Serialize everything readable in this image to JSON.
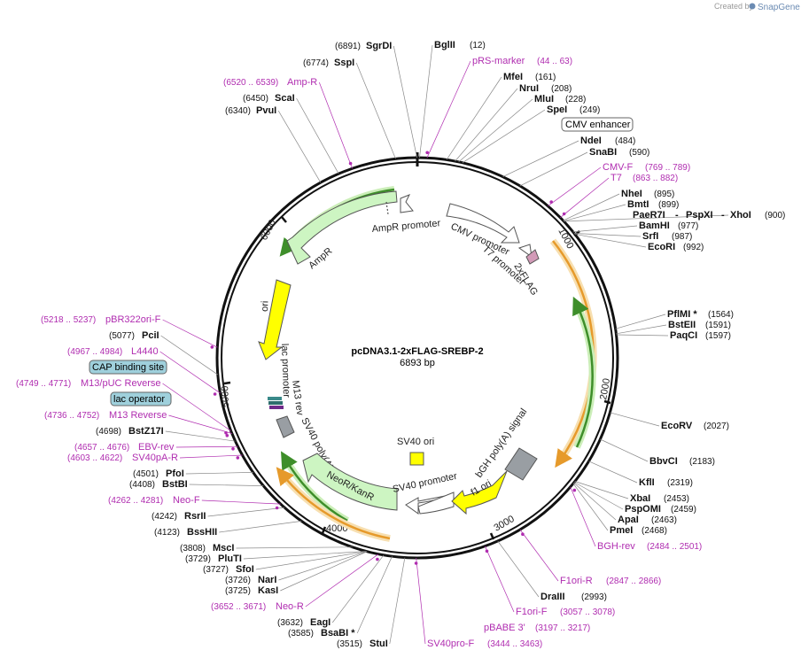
{
  "credit": {
    "prefix": "Created by",
    "brand": "SnapGene"
  },
  "map": {
    "title": "pcDNA3.1-2xFLAG-SREBP-2",
    "length": "6893 bp",
    "total_bp": 6893
  },
  "ticks": [
    "1000",
    "2000",
    "3000",
    "4000",
    "5000",
    "6000"
  ],
  "sites": [
    {
      "name": "SgrDI",
      "pos": "(6891)",
      "bp": 6891,
      "side": "L"
    },
    {
      "name": "BglII",
      "pos": "(12)",
      "bp": 12,
      "side": "R"
    },
    {
      "name": "SspI",
      "pos": "(6774)",
      "bp": 6774,
      "side": "L"
    },
    {
      "name": "MfeI",
      "pos": "(161)",
      "bp": 161,
      "side": "R"
    },
    {
      "name": "NruI",
      "pos": "(208)",
      "bp": 208,
      "side": "R"
    },
    {
      "name": "MluI",
      "pos": "(228)",
      "bp": 228,
      "side": "R"
    },
    {
      "name": "SpeI",
      "pos": "(249)",
      "bp": 249,
      "side": "R"
    },
    {
      "name": "ScaI",
      "pos": "(6450)",
      "bp": 6450,
      "side": "L"
    },
    {
      "name": "PvuI",
      "pos": "(6340)",
      "bp": 6340,
      "side": "L"
    },
    {
      "name": "NdeI",
      "pos": "(484)",
      "bp": 484,
      "side": "R"
    },
    {
      "name": "SnaBI",
      "pos": "(590)",
      "bp": 590,
      "side": "R"
    },
    {
      "name": "NheI",
      "pos": "(895)",
      "bp": 895,
      "side": "R"
    },
    {
      "name": "BmtI",
      "pos": "(899)",
      "bp": 899,
      "side": "R"
    },
    {
      "name": "PaeR7I",
      "pos": "",
      "bp": 900,
      "side": "R"
    },
    {
      "name": "PspXI",
      "pos": "",
      "bp": 900,
      "side": "R"
    },
    {
      "name": "XhoI",
      "pos": "(900)",
      "bp": 900,
      "side": "R"
    },
    {
      "name": "BamHI",
      "pos": "(977)",
      "bp": 977,
      "side": "R"
    },
    {
      "name": "SrfI",
      "pos": "(987)",
      "bp": 987,
      "side": "R"
    },
    {
      "name": "EcoRI",
      "pos": "(992)",
      "bp": 992,
      "side": "R"
    },
    {
      "name": "PflMI *",
      "pos": "(1564)",
      "bp": 1564,
      "side": "R"
    },
    {
      "name": "BstEII",
      "pos": "(1591)",
      "bp": 1591,
      "side": "R"
    },
    {
      "name": "PaqCI",
      "pos": "(1597)",
      "bp": 1597,
      "side": "R"
    },
    {
      "name": "EcoRV",
      "pos": "(2027)",
      "bp": 2027,
      "side": "R"
    },
    {
      "name": "BbvCI",
      "pos": "(2183)",
      "bp": 2183,
      "side": "R"
    },
    {
      "name": "KflI",
      "pos": "(2319)",
      "bp": 2319,
      "side": "R"
    },
    {
      "name": "XbaI",
      "pos": "(2453)",
      "bp": 2453,
      "side": "R"
    },
    {
      "name": "PspOMI",
      "pos": "(2459)",
      "bp": 2459,
      "side": "R"
    },
    {
      "name": "ApaI",
      "pos": "(2463)",
      "bp": 2463,
      "side": "R"
    },
    {
      "name": "PmeI",
      "pos": "(2468)",
      "bp": 2468,
      "side": "R"
    },
    {
      "name": "DraIII",
      "pos": "(2993)",
      "bp": 2993,
      "side": "R"
    },
    {
      "name": "StuI",
      "pos": "(3515)",
      "bp": 3515,
      "side": "L"
    },
    {
      "name": "BsaBI *",
      "pos": "(3585)",
      "bp": 3585,
      "side": "L"
    },
    {
      "name": "EagI",
      "pos": "(3632)",
      "bp": 3632,
      "side": "L"
    },
    {
      "name": "KasI",
      "pos": "(3725)",
      "bp": 3725,
      "side": "L"
    },
    {
      "name": "NarI",
      "pos": "(3726)",
      "bp": 3726,
      "side": "L"
    },
    {
      "name": "SfoI",
      "pos": "(3727)",
      "bp": 3727,
      "side": "L"
    },
    {
      "name": "PluTI",
      "pos": "(3729)",
      "bp": 3729,
      "side": "L"
    },
    {
      "name": "MscI",
      "pos": "(3808)",
      "bp": 3808,
      "side": "L"
    },
    {
      "name": "BssHII",
      "pos": "(4123)",
      "bp": 4123,
      "side": "L"
    },
    {
      "name": "RsrII",
      "pos": "(4242)",
      "bp": 4242,
      "side": "L"
    },
    {
      "name": "BstBI",
      "pos": "(4408)",
      "bp": 4408,
      "side": "L"
    },
    {
      "name": "PfoI",
      "pos": "(4501)",
      "bp": 4501,
      "side": "L"
    },
    {
      "name": "BstZ17I",
      "pos": "(4698)",
      "bp": 4698,
      "side": "L"
    },
    {
      "name": "PciI",
      "pos": "(5077)",
      "bp": 5077,
      "side": "L"
    }
  ],
  "primers": [
    {
      "name": "pRS-marker",
      "range": "(44 .. 63)",
      "bp": 53,
      "side": "R"
    },
    {
      "name": "Amp-R",
      "range": "(6520 .. 6539)",
      "bp": 6530,
      "side": "L"
    },
    {
      "name": "CMV-F",
      "range": "(769 .. 789)",
      "bp": 779,
      "side": "R"
    },
    {
      "name": "T7",
      "range": "(863 .. 882)",
      "bp": 872,
      "side": "R"
    },
    {
      "name": "BGH-rev",
      "range": "(2484 .. 2501)",
      "bp": 2492,
      "side": "R"
    },
    {
      "name": "F1ori-R",
      "range": "(2847 .. 2866)",
      "bp": 2856,
      "side": "R"
    },
    {
      "name": "F1ori-F",
      "range": "(3057 .. 3078)",
      "bp": 3068,
      "side": "R"
    },
    {
      "name": "pBABE 3'",
      "range": "(3197 .. 3217)",
      "bp": 3207,
      "side": "R"
    },
    {
      "name": "SV40pro-F",
      "range": "(3444 .. 3463)",
      "bp": 3453,
      "side": "R"
    },
    {
      "name": "Neo-R",
      "range": "(3652 .. 3671)",
      "bp": 3661,
      "side": "L"
    },
    {
      "name": "Neo-F",
      "range": "(4262 .. 4281)",
      "bp": 4271,
      "side": "L"
    },
    {
      "name": "SV40pA-R",
      "range": "(4603 .. 4622)",
      "bp": 4612,
      "side": "L"
    },
    {
      "name": "EBV-rev",
      "range": "(4657 .. 4676)",
      "bp": 4666,
      "side": "L"
    },
    {
      "name": "M13 Reverse",
      "range": "(4736 .. 4752)",
      "bp": 4744,
      "side": "L"
    },
    {
      "name": "M13/pUC Reverse",
      "range": "(4749 .. 4771)",
      "bp": 4760,
      "side": "L"
    },
    {
      "name": "L4440",
      "range": "(4967 .. 4984)",
      "bp": 4975,
      "side": "L"
    },
    {
      "name": "pBR322ori-F",
      "range": "(5218 .. 5237)",
      "bp": 5227,
      "side": "L"
    }
  ],
  "boxed_features": [
    {
      "name": "CMV enhancer",
      "style": "white"
    },
    {
      "name": "CAP binding site",
      "style": "blue"
    },
    {
      "name": "lac operator",
      "style": "blue"
    }
  ],
  "feature_labels": {
    "ampr_promoter": "AmpR promoter",
    "ampr": "AmpR",
    "cmv_promoter": "CMV promoter",
    "t7_promoter": "T7 promoter",
    "flag": "2xFLAG",
    "ori": "ori",
    "lac_promoter": "lac promoter",
    "m13_rev": "M13 rev",
    "sv40_polya": "SV40 poly(A) signal",
    "neor": "NeoR/KanR",
    "sv40_promoter": "SV40 promoter",
    "sv40_ori": "SV40 ori",
    "f1_ori": "f1 ori",
    "bgh_polya": "bGH poly(A) signal"
  },
  "colors": {
    "backbone": "#111111",
    "enzyme": "#111111",
    "primer": "#b02db0",
    "ampr_fill": "#cdf5c2",
    "ori_fill": "#ffff00",
    "orf_arrow": "#e69a2b",
    "orf_glow": "#f7dfb0",
    "green_arrow": "#3e8e2a",
    "green_glow": "#cbeeb8",
    "promoter_fill": "#ffffff",
    "grey_fill": "#999ea3",
    "flag_fill": "#d29ab7",
    "box_blue": "#9fd0dc"
  }
}
